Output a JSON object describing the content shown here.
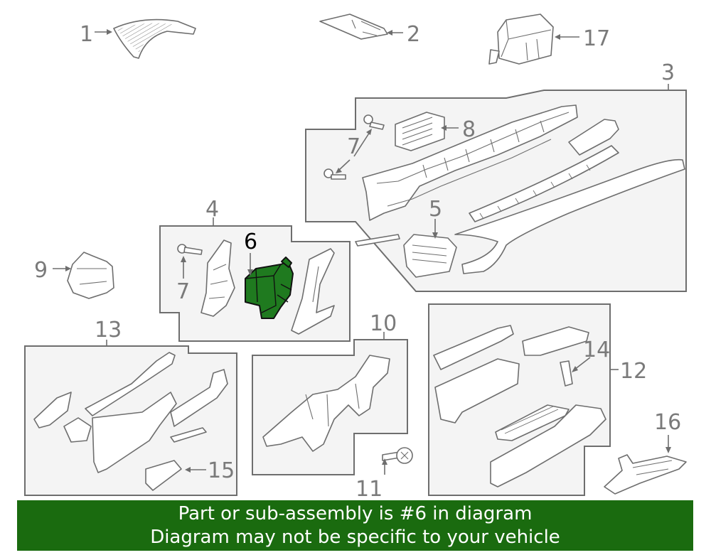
{
  "diagram": {
    "callouts": {
      "c1": "1",
      "c2": "2",
      "c3": "3",
      "c4": "4",
      "c5": "5",
      "c6": "6",
      "c7a": "7",
      "c7b": "7",
      "c8": "8",
      "c9": "9",
      "c10": "10",
      "c11": "11",
      "c12": "12",
      "c13": "13",
      "c14": "14",
      "c15": "15",
      "c16": "16",
      "c17": "17"
    },
    "highlighted_part": "6",
    "colors": {
      "highlight_fill": "#1f7a1f",
      "banner_bg": "#1a6b0f",
      "line": "#6e6e6e"
    }
  },
  "banner": {
    "line1": "Part or sub-assembly is #6 in diagram",
    "line2": "Diagram may not be specific to your vehicle"
  }
}
